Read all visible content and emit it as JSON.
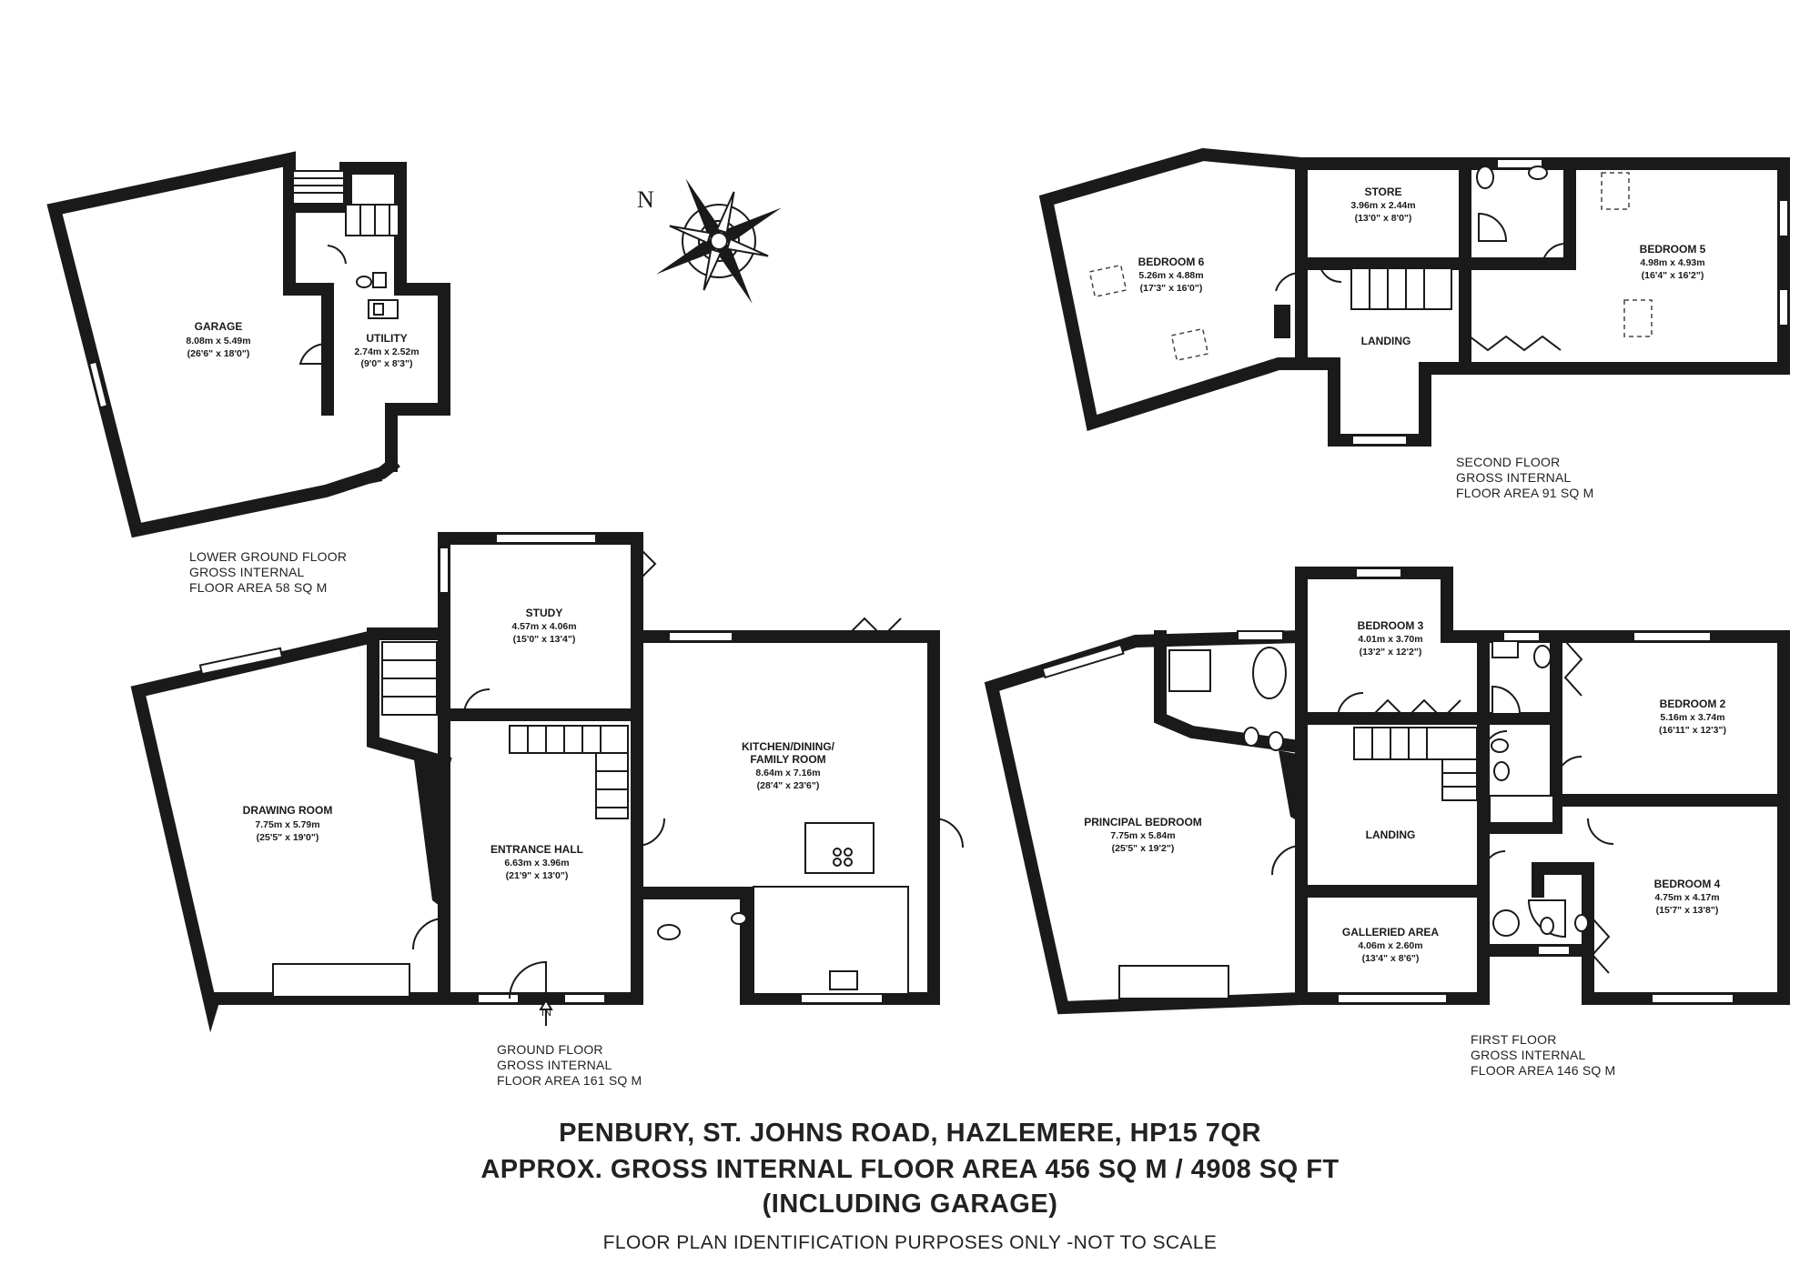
{
  "compass": {
    "north_label": "N",
    "icon": "compass-rose-icon"
  },
  "entrance_marker": "IN",
  "rooms": {
    "garage": {
      "name": "GARAGE",
      "metric": "8.08m x 5.49m",
      "imperial": "(26'6\" x 18'0\")"
    },
    "utility": {
      "name": "UTILITY",
      "metric": "2.74m x 2.52m",
      "imperial": "(9'0\" x 8'3\")"
    },
    "study": {
      "name": "STUDY",
      "metric": "4.57m x 4.06m",
      "imperial": "(15'0\" x 13'4\")"
    },
    "drawing_room": {
      "name": "DRAWING ROOM",
      "metric": "7.75m x 5.79m",
      "imperial": "(25'5\" x 19'0\")"
    },
    "entrance_hall": {
      "name": "ENTRANCE HALL",
      "metric": "6.63m x 3.96m",
      "imperial": "(21'9\" x 13'0\")"
    },
    "kitchen": {
      "name_line1": "KITCHEN/DINING/",
      "name_line2": "FAMILY ROOM",
      "metric": "8.64m x 7.16m",
      "imperial": "(28'4\" x 23'6\")"
    },
    "bedroom6": {
      "name": "BEDROOM 6",
      "metric": "5.26m x 4.88m",
      "imperial": "(17'3\" x 16'0\")"
    },
    "store": {
      "name": "STORE",
      "metric": "3.96m x 2.44m",
      "imperial": "(13'0\" x 8'0\")"
    },
    "bedroom5": {
      "name": "BEDROOM 5",
      "metric": "4.98m x 4.93m",
      "imperial": "(16'4\" x 16'2\")"
    },
    "landing2": {
      "name": "LANDING"
    },
    "bedroom3": {
      "name": "BEDROOM 3",
      "metric": "4.01m x 3.70m",
      "imperial": "(13'2\" x 12'2\")"
    },
    "bedroom2": {
      "name": "BEDROOM 2",
      "metric": "5.16m x 3.74m",
      "imperial": "(16'11\" x 12'3\")"
    },
    "principal": {
      "name": "PRINCIPAL BEDROOM",
      "metric": "7.75m x 5.84m",
      "imperial": "(25'5\" x 19'2\")"
    },
    "landing1": {
      "name": "LANDING"
    },
    "bedroom4": {
      "name": "BEDROOM 4",
      "metric": "4.75m x 4.17m",
      "imperial": "(15'7\" x 13'8\")"
    },
    "galleried": {
      "name": "GALLERIED AREA",
      "metric": "4.06m x 2.60m",
      "imperial": "(13'4\" x 8'6\")"
    }
  },
  "floors": {
    "lower_ground": {
      "line1": "LOWER GROUND FLOOR",
      "line2": "GROSS INTERNAL",
      "line3": "FLOOR AREA 58 SQ M"
    },
    "ground": {
      "line1": "GROUND FLOOR",
      "line2": "GROSS INTERNAL",
      "line3": "FLOOR AREA 161 SQ M"
    },
    "second": {
      "line1": "SECOND FLOOR",
      "line2": "GROSS INTERNAL",
      "line3": "FLOOR AREA 91 SQ M"
    },
    "first": {
      "line1": "FIRST FLOOR",
      "line2": "GROSS INTERNAL",
      "line3": "FLOOR AREA 146 SQ M"
    }
  },
  "title": {
    "line1": "PENBURY, ST. JOHNS ROAD, HAZLEMERE, HP15 7QR",
    "line2": "APPROX. GROSS INTERNAL FLOOR AREA 456 SQ M / 4908 SQ FT",
    "line3": "(INCLUDING GARAGE)"
  },
  "disclaimer": "FLOOR PLAN IDENTIFICATION PURPOSES ONLY -NOT TO SCALE"
}
